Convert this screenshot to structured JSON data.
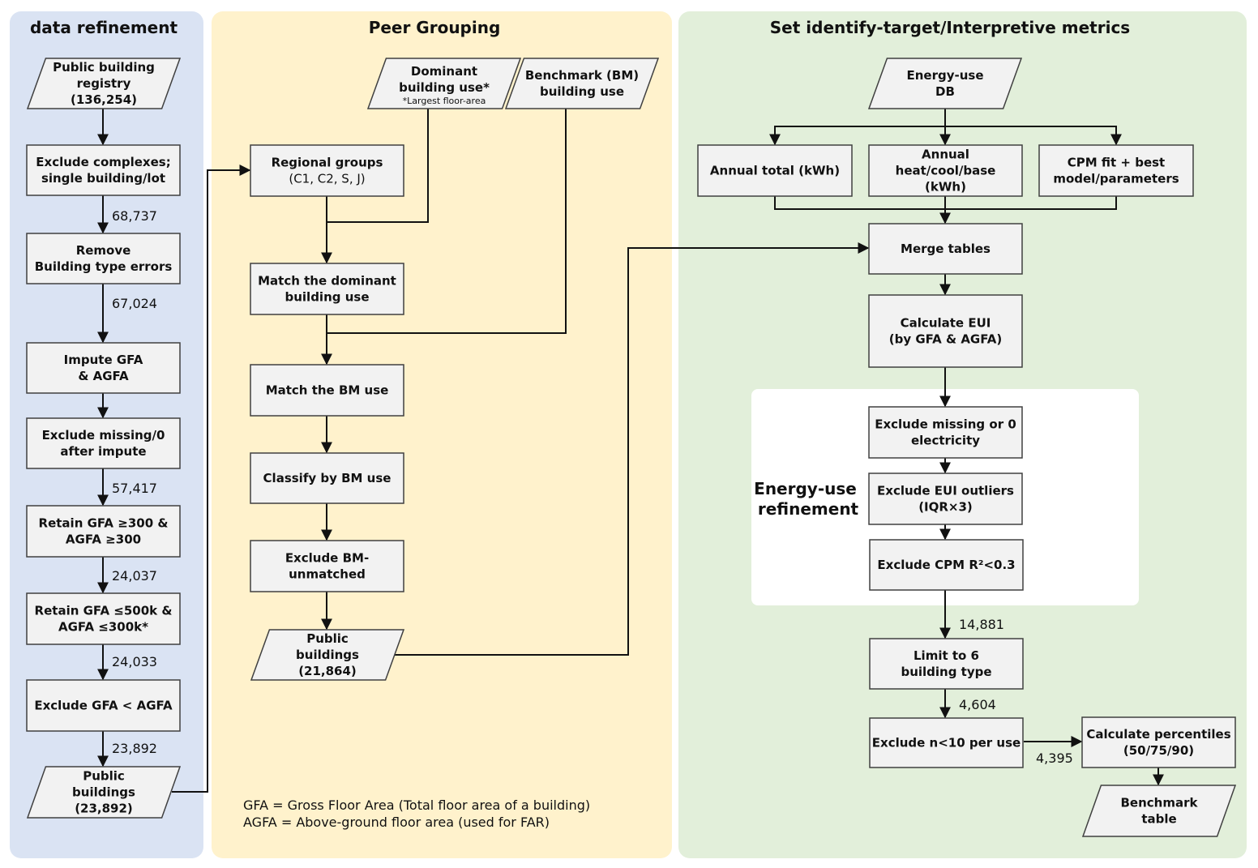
{
  "lanes": {
    "left_title": "data refinement",
    "mid_title": "Peer Grouping",
    "right_title": "Set identify-target/Interpretive metrics"
  },
  "left": {
    "registry": [
      "Public building",
      "registry",
      "(136,254)"
    ],
    "exclude_complexes": [
      "Exclude complexes;",
      "single building/lot"
    ],
    "count_1": "68,737",
    "remove_type": [
      "Remove",
      "Building type errors"
    ],
    "count_2": "67,024",
    "impute": [
      "Impute GFA",
      "& AGFA"
    ],
    "exclude_missing": [
      "Exclude missing/0",
      "after impute"
    ],
    "count_3": "57,417",
    "retain_min": [
      "Retain GFA ≥300 &",
      "AGFA ≥300"
    ],
    "count_4": "24,037",
    "retain_max": [
      "Retain GFA ≤500k &",
      "AGFA ≤300k*"
    ],
    "count_5": "24,033",
    "exclude_gfa": [
      "Exclude GFA < AGFA"
    ],
    "count_6": "23,892",
    "public": [
      "Public",
      "buildings",
      "(23,892)"
    ]
  },
  "mid": {
    "dominant": [
      "Dominant",
      "building use*"
    ],
    "dominant_note": "*Largest floor-area",
    "benchmark": [
      "Benchmark (BM)",
      "building use"
    ],
    "regional": "Regional groups",
    "regional_sub": "(C1, C2, S, J)",
    "match_dominant": [
      "Match the dominant",
      "building use"
    ],
    "match_bm": [
      "Match the BM use"
    ],
    "classify": [
      "Classify by BM use"
    ],
    "exclude_bm": [
      "Exclude BM-",
      "unmatched"
    ],
    "public": [
      "Public",
      "buildings",
      "(21,864)"
    ],
    "note_gfa": "GFA = Gross Floor Area (Total floor area of a building)",
    "note_agfa": "AGFA = Above-ground floor area (used for FAR)"
  },
  "right": {
    "energy_db": [
      "Energy-use",
      "DB"
    ],
    "annual_total": [
      "Annual total (kWh)"
    ],
    "annual_hcb": [
      "Annual",
      "heat/cool/base",
      "(kWh)"
    ],
    "cpm": [
      "CPM fit + best",
      "model/parameters"
    ],
    "merge": [
      "Merge tables"
    ],
    "calc_eui": [
      "Calculate EUI",
      "(by GFA & AGFA)"
    ],
    "refine_label": [
      "Energy-use",
      "refinement"
    ],
    "excl_missing": [
      "Exclude missing or 0",
      "electricity"
    ],
    "excl_outliers": [
      "Exclude EUI outliers",
      "(IQR×3)"
    ],
    "excl_cpm": [
      "Exclude CPM R²<0.3"
    ],
    "count_a": "14,881",
    "limit6": [
      "Limit to 6",
      "building type"
    ],
    "count_b": "4,604",
    "excl_n10": [
      "Exclude n<10 per use"
    ],
    "count_c": "4,395",
    "percentiles": [
      "Calculate percentiles",
      "(50/75/90)"
    ],
    "benchmark_table": [
      "Benchmark",
      "table"
    ]
  },
  "colors": {
    "lane_left": "#dae3f3",
    "lane_mid": "#fff2cc",
    "lane_right": "#e2efda",
    "box_fill": "#f2f2f2",
    "box_stroke": "#404040",
    "refine_panel": "#ffffff"
  }
}
